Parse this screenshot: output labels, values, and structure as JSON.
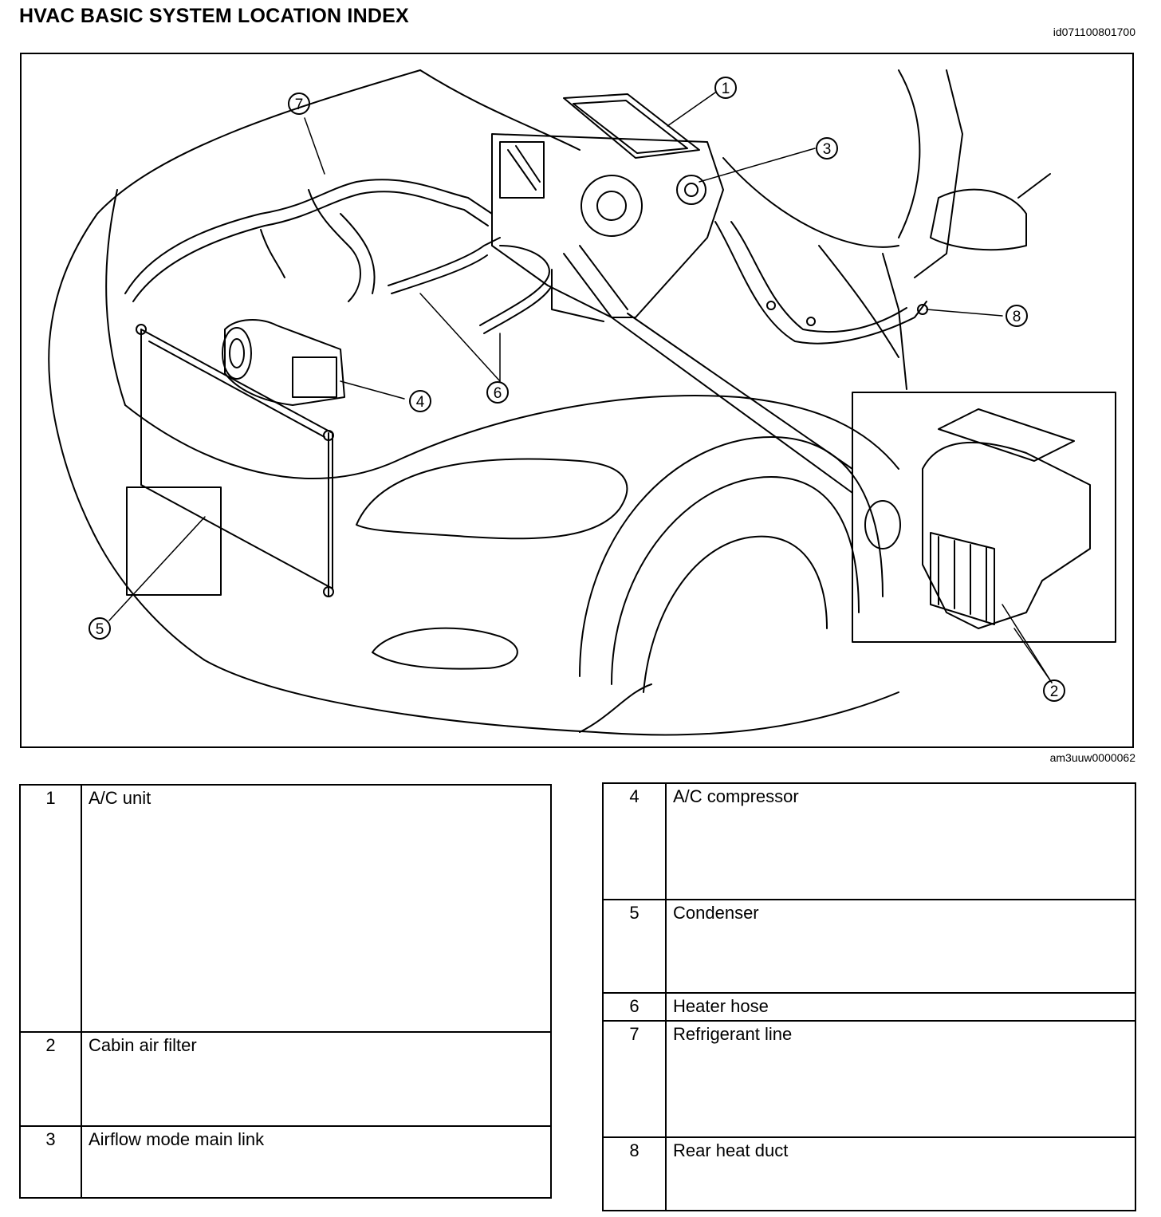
{
  "title": "HVAC BASIC SYSTEM LOCATION INDEX",
  "doc_id": "id071100801700",
  "figure_id": "am3uuw0000062",
  "callouts": [
    "1",
    "2",
    "3",
    "4",
    "5",
    "6",
    "7",
    "8"
  ],
  "legend_left": [
    {
      "num": "1",
      "label": "A/C unit"
    },
    {
      "num": "2",
      "label": "Cabin air filter"
    },
    {
      "num": "3",
      "label": "Airflow mode main link"
    }
  ],
  "legend_right": [
    {
      "num": "4",
      "label": "A/C compressor"
    },
    {
      "num": "5",
      "label": "Condenser"
    },
    {
      "num": "6",
      "label": "Heater hose"
    },
    {
      "num": "7",
      "label": "Refrigerant line"
    },
    {
      "num": "8",
      "label": "Rear heat duct"
    }
  ]
}
